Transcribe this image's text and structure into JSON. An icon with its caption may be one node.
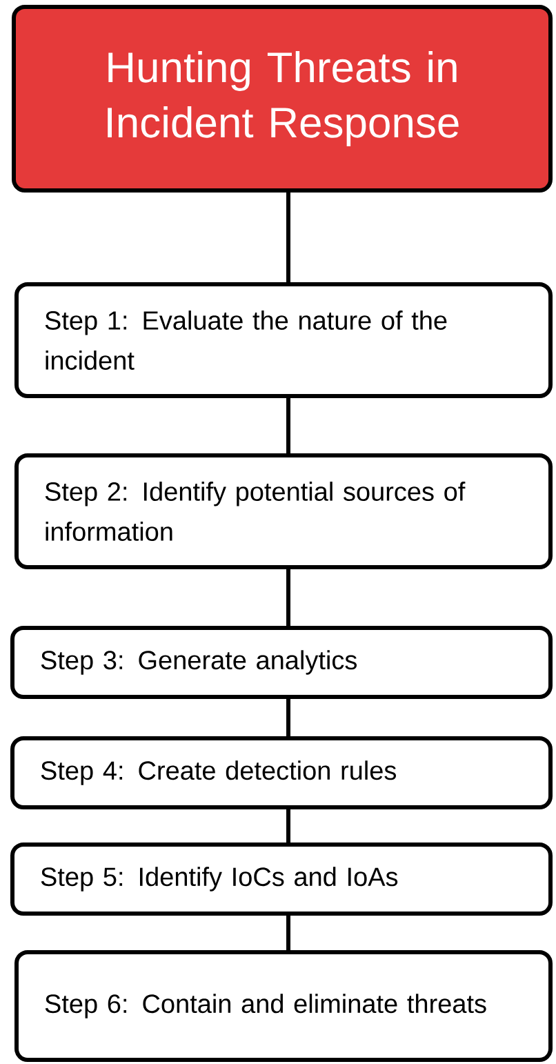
{
  "diagram": {
    "nodes": [
      {
        "text": [
          "Hunting Threats in Incident Response"
        ]
      },
      {
        "text": [
          "Step 1: Evaluate the nature of the incident"
        ]
      },
      {
        "text": [
          "Step 2: Identify potential sources of information"
        ]
      },
      {
        "text": [
          "Step 3: Generate analytics"
        ]
      },
      {
        "text": [
          "Step 4: Create detection rules"
        ]
      },
      {
        "text": [
          "Step 5: Identify IoCs and IoAs"
        ]
      },
      {
        "text": [
          "Step 6: Contain and eliminate threats"
        ]
      }
    ],
    "edges": [
      {
        "from": 0,
        "to": 1,
        "arrow": "none"
      },
      {
        "from": 1,
        "to": 2,
        "arrow": "none"
      },
      {
        "from": 2,
        "to": 3,
        "arrow": "none"
      },
      {
        "from": 3,
        "to": 4,
        "arrow": "none"
      },
      {
        "from": 4,
        "to": 5,
        "arrow": "none"
      },
      {
        "from": 5,
        "to": 6,
        "arrow": "none"
      }
    ]
  }
}
